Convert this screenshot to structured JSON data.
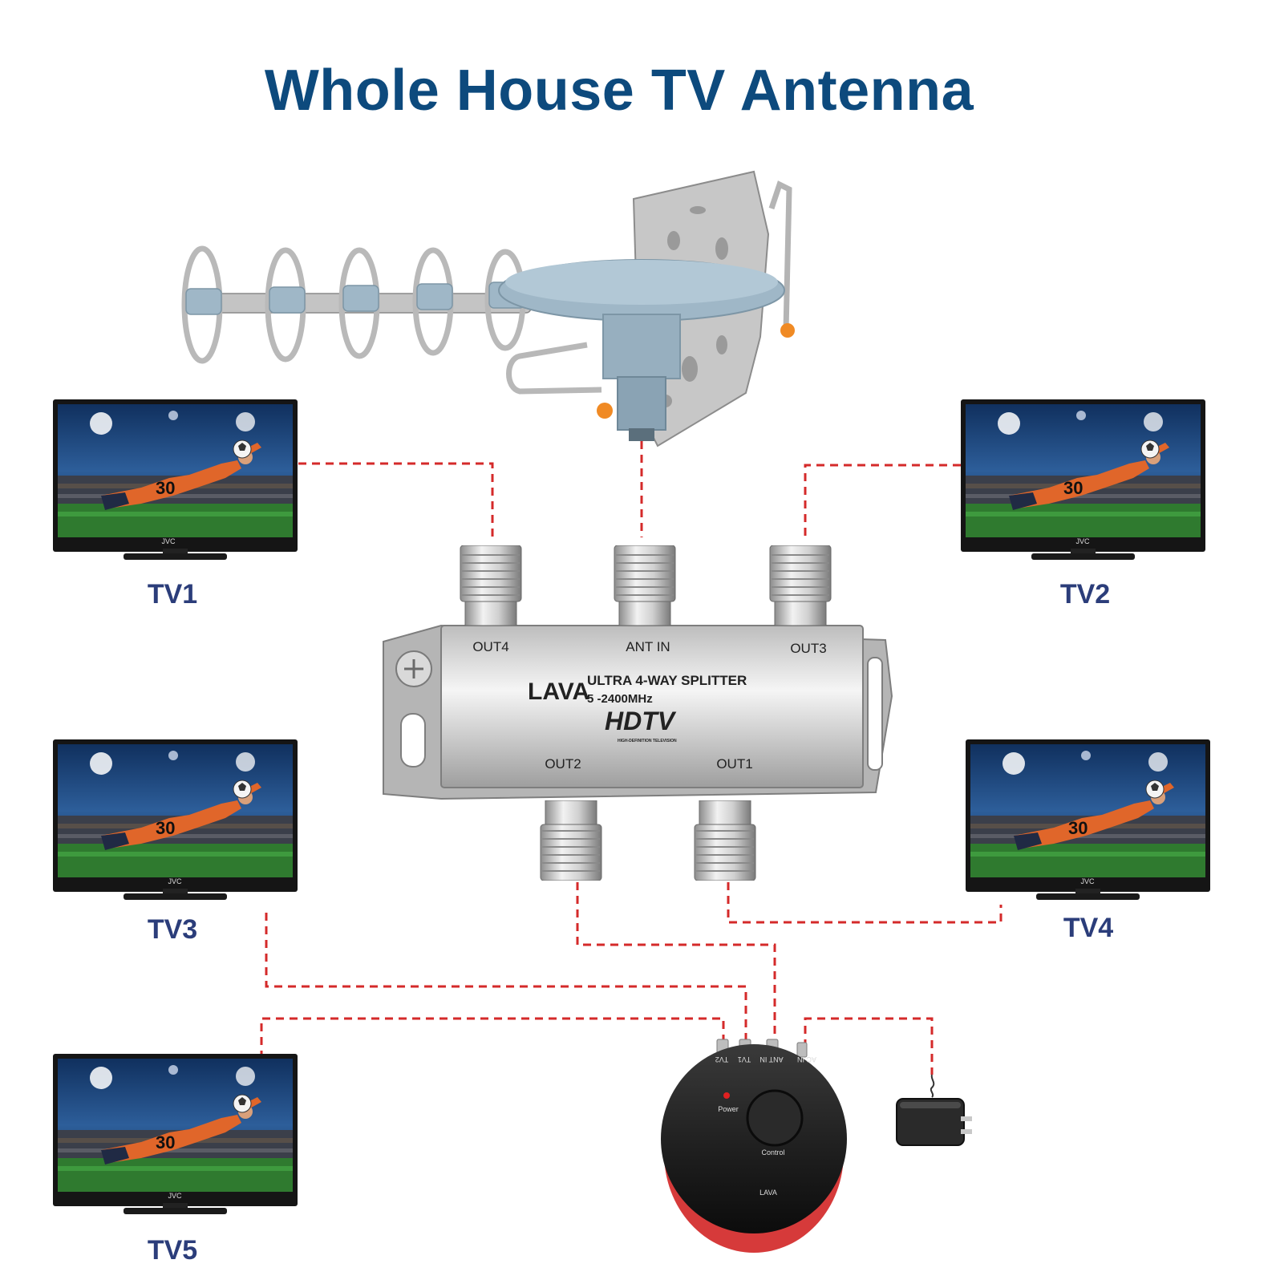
{
  "title": "Whole House TV Antenna",
  "tvs": [
    {
      "label": "TV1",
      "brand": "JVC"
    },
    {
      "label": "TV2",
      "brand": "JVC"
    },
    {
      "label": "TV3",
      "brand": "JVC"
    },
    {
      "label": "TV4",
      "brand": "JVC"
    },
    {
      "label": "TV5",
      "brand": "JVC"
    }
  ],
  "screen_jersey_number": "30",
  "splitter": {
    "brand": "LAVA",
    "name": "ULTRA 4-WAY SPLITTER",
    "freq": "5 -2400MHz",
    "hdtv": "HDTV",
    "hdtv_sub": "HIGH-DEFINITION TELEVISION",
    "ports": {
      "out4": "OUT4",
      "ant_in": "ANT IN",
      "out3": "OUT3",
      "out2": "OUT2",
      "out1": "OUT1"
    }
  },
  "control_box": {
    "brand": "LAVA",
    "ports": {
      "tv2": "TV2",
      "tv1": "TV1",
      "ant_in": "ANT IN",
      "ac_in": "AC IN"
    },
    "power": "Power",
    "control": "Control"
  },
  "colors": {
    "title": "#0d4a7d",
    "tv_label": "#2b3d7a",
    "cable": "#d42a2a",
    "antenna": "#9fb7c7",
    "metal": "#c9c9c9"
  }
}
